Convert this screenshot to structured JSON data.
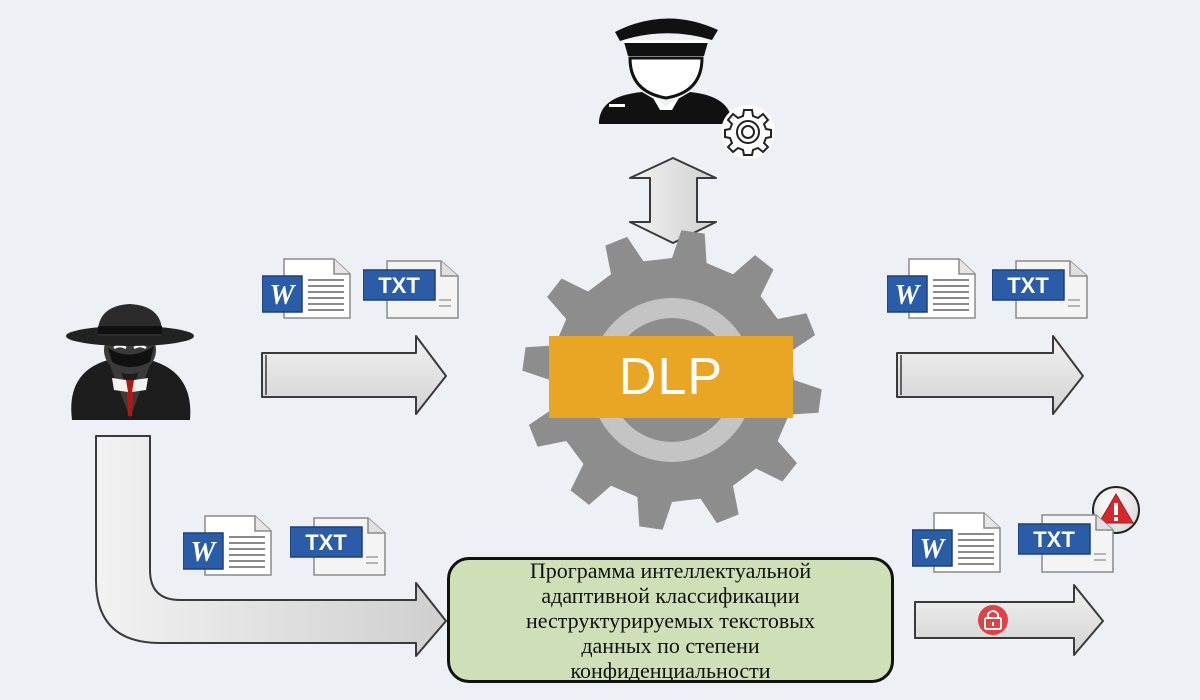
{
  "dlp": {
    "label": "DLP"
  },
  "program": {
    "lines": [
      "Программа интеллектуальной",
      "адаптивной классификации",
      "неструктурируемых текстовых",
      "данных по степени",
      "конфиденциальности"
    ]
  },
  "documents": {
    "word_label": "W",
    "txt_label": "TXT"
  },
  "icons": {
    "admin": "security-officer-icon",
    "settings": "gear-icon",
    "intruder": "spy-intruder-icon",
    "dlp_engine": "cog-wheel-icon",
    "warning": "warning-icon",
    "lock": "lock-icon"
  },
  "colors": {
    "background": "#edf1f6",
    "dlp_box": "#e8a624",
    "gear": "#8d8d8d",
    "program_box": "#cfe0b8",
    "arrow_fill": "#e3e3e3",
    "word_blue": "#2b5ca8",
    "warning_red": "#d7262c",
    "lock_red": "#e04145"
  }
}
